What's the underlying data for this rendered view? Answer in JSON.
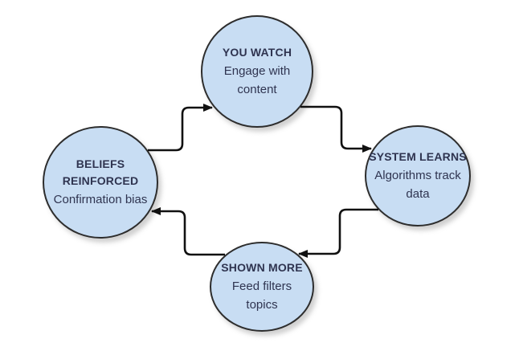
{
  "diagram": {
    "type": "cycle",
    "background": "#ffffff",
    "colors": {
      "node_fill": "#c8ddf3",
      "node_stroke": "#2d2d2d",
      "text": "#2f3450",
      "arrow": "#111111"
    },
    "nodes": [
      {
        "id": "you-watch",
        "title": "YOU WATCH",
        "subtitle": "Engage with content",
        "position": "top"
      },
      {
        "id": "system-learns",
        "title": "SYSTEM LEARNS",
        "subtitle": "Algorithms track data",
        "position": "right"
      },
      {
        "id": "shown-more",
        "title": "SHOWN MORE",
        "subtitle": "Feed filters topics",
        "position": "bottom"
      },
      {
        "id": "beliefs-reinforced",
        "title": "BELIEFS REINFORCED",
        "subtitle": "Confirmation bias",
        "position": "left"
      }
    ],
    "edges": [
      {
        "from": "BELIEFS REINFORCED",
        "to": "YOU WATCH"
      },
      {
        "from": "YOU WATCH",
        "to": "SYSTEM LEARNS"
      },
      {
        "from": "SYSTEM LEARNS",
        "to": "SHOWN MORE"
      },
      {
        "from": "SHOWN MORE",
        "to": "BELIEFS REINFORCED"
      }
    ]
  }
}
